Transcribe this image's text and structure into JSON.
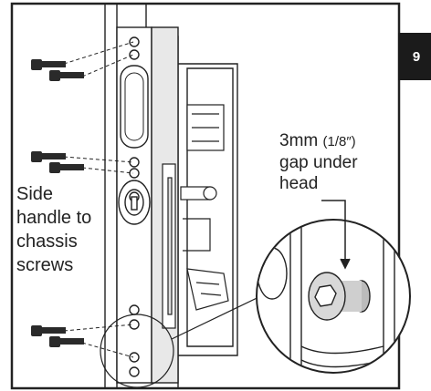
{
  "step": {
    "number": "9"
  },
  "labels": {
    "side_handle": [
      "Side",
      "handle to",
      "chassis",
      "screws"
    ],
    "gap_main": "3mm",
    "gap_imperial": "(1/8″)",
    "gap_line2": "gap under",
    "gap_line3": "head"
  },
  "colors": {
    "line": "#222222",
    "fill_light": "#ffffff",
    "shade": "#cfcfcf",
    "screw": "#2a2a2a",
    "badge": "#1b1b1b"
  },
  "icons": {
    "screw": "hex-socket-screw-icon",
    "badge": "step-badge"
  }
}
